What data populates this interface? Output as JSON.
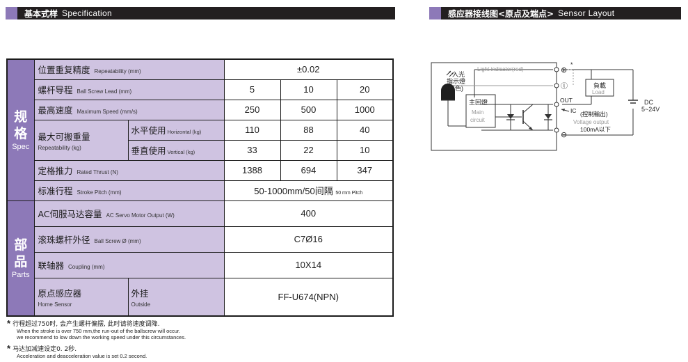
{
  "header_left": {
    "zh": "基本式样",
    "en": "Specification"
  },
  "header_right": {
    "zh": "感应器接线图<原点及端点>",
    "en": "Sensor Layout"
  },
  "spec": {
    "category": {
      "zh": "规格",
      "en": "Spec"
    },
    "repeatability": {
      "zh": "位置重复精度",
      "en": "Repeatability (mm)",
      "value": "±0.02"
    },
    "lead": {
      "zh": "螺杆导程",
      "en": "Ball Screw Lead (mm)",
      "values": [
        "5",
        "10",
        "20"
      ]
    },
    "max_speed": {
      "zh": "最高速度",
      "en": "Maximum Speed (mm/s)",
      "values": [
        "250",
        "500",
        "1000"
      ]
    },
    "max_weight": {
      "zh": "最大可搬重量",
      "en": "Repeatability (kg)",
      "horizontal": {
        "zh": "水平使用",
        "en": "Horizontal (kg)",
        "values": [
          "110",
          "88",
          "40"
        ]
      },
      "vertical": {
        "zh": "垂直使用",
        "en": "Vertical (kg)",
        "values": [
          "33",
          "22",
          "10"
        ]
      }
    },
    "thrust": {
      "zh": "定格推力",
      "en": "Rated Thrust (N)",
      "values": [
        "1388",
        "694",
        "347"
      ]
    },
    "stroke": {
      "zh": "标准行程",
      "en": "Stroke Pitch (mm)",
      "value": "50-1000mm/50间隔",
      "value_small": "50 mm Pitch"
    }
  },
  "parts": {
    "category": {
      "zh": "部品",
      "en": "Parts"
    },
    "motor": {
      "zh": "AC伺服马达容量",
      "en": "AC Servo Motor Output (W)",
      "value": "400"
    },
    "screw_dia": {
      "zh": "滚珠螺杆外径",
      "en": "Ball Screw Ø (mm)",
      "value": "C7Ø16"
    },
    "coupling": {
      "zh": "联轴器",
      "en": "Coupling (mm)",
      "value": "10X14"
    },
    "home_sensor": {
      "zh": "原点感应器",
      "en": "Home Sensor",
      "sub_zh": "外挂",
      "sub_en": "Outside",
      "value": "FF-U674(NPN)"
    }
  },
  "notes": [
    {
      "star": "*",
      "zh": "行程超过750时, 会产生螺杆偏摆, 此时请将速度调降.",
      "en1": "When the stroke is over 750 mm,the run-out of the ballscrew will occur.",
      "en2": "we recommend to low down the working speed under this circumstances."
    },
    {
      "star": "*",
      "zh": "马达加减速设定0. 2秒.",
      "en1": "Acceleration and deacceleration value is set 0.2 second."
    }
  ],
  "diagram": {
    "light_indicator": "Light indicator(red)",
    "incident_zh": "入光",
    "indicator_zh": "指示燈",
    "red_zh": "(紅色)",
    "main_circuit_zh": "主回燈",
    "main_circuit_en1": "Main",
    "main_circuit_en2": "circuit",
    "load_zh": "負載",
    "load_en": "Load",
    "out": "OUT",
    "ic": "IC",
    "control_output": "(控制輸出)",
    "voltage_output": "Voltage output",
    "current": "100mA以下",
    "dc": "DC",
    "dc_voltage": "5~24V",
    "plus": "⊕",
    "minus": "⊖",
    "terminal_l": "ⓛ",
    "asterisk": "*",
    "colors": {
      "wire": "#333333",
      "gray": "#9a9a9a",
      "purple": "#8d79b8"
    }
  }
}
